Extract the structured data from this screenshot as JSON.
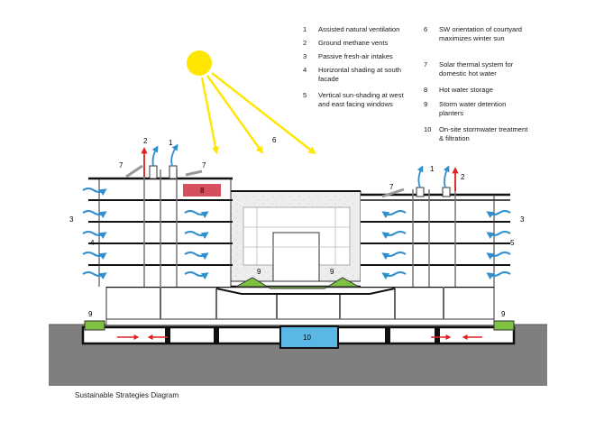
{
  "legend": [
    {
      "num": "1",
      "text": "Assisted natural ventilation"
    },
    {
      "num": "2",
      "text": "Ground methane vents"
    },
    {
      "num": "3",
      "text": "Passive fresh-air intakes"
    },
    {
      "num": "4",
      "text": "Horizontal shading at south facade"
    },
    {
      "num": "5",
      "text": "Vertical sun-shading at west and east facing windows"
    },
    {
      "num": "6",
      "text": "SW orientation of courtyard maximizes winter sun"
    },
    {
      "num": "7",
      "text": "Solar thermal system for domestic hot water"
    },
    {
      "num": "8",
      "text": "Hot water storage"
    },
    {
      "num": "9",
      "text": "Storm water detention planters"
    },
    {
      "num": "10",
      "text": "On-site stormwater treatment & filtration"
    }
  ],
  "labels": {
    "sun_rays": "6",
    "vent_left_2": "2",
    "vent_left_1": "1",
    "solar_left_a": "7",
    "solar_left_b": "7",
    "solar_right": "7",
    "vent_right_1": "1",
    "vent_right_2": "2",
    "intake_left": "3",
    "intake_right": "3",
    "shading_left": "4",
    "shading_right": "5",
    "storage": "8",
    "planter_center_a": "9",
    "planter_center_b": "9",
    "planter_left": "9",
    "planter_right": "9",
    "stormwater_tank": "10"
  },
  "caption": "Sustainable Strategies Diagram",
  "colors": {
    "sun": "#ffe600",
    "air_arrow": "#2f8fd0",
    "vent_arrow": "#e02020",
    "ground": "#7f7f7f",
    "planter": "#7fc241",
    "tank": "#5bb8e6",
    "storage": "#d64f5e"
  }
}
